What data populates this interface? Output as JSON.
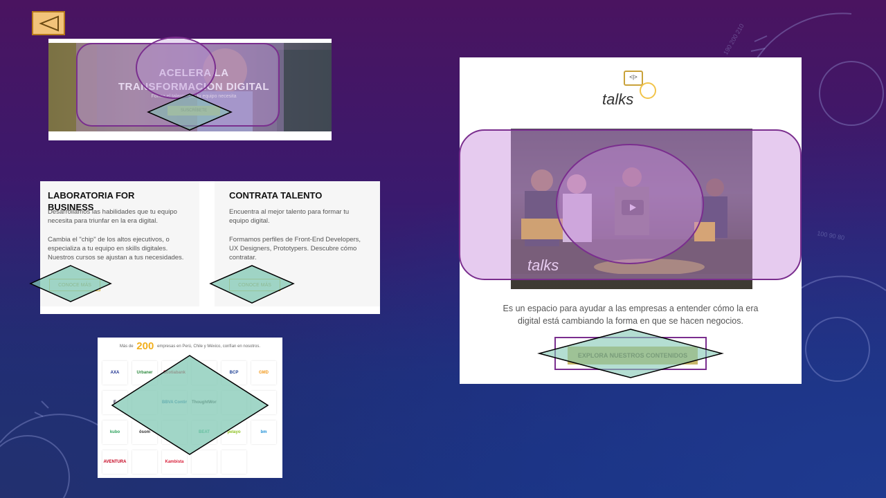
{
  "hero": {
    "title_line1": "ACELERA LA",
    "title_line2": "TRANSFORMACIÓN DIGITAL",
    "subtitle": "Forma el talento que tu equipo necesita",
    "button": "SUSCRÍBETE"
  },
  "services": {
    "left": {
      "title": "LABORATORIA FOR BUSINESS",
      "p1": "Desarrollamos las habilidades que tu equipo necesita para triunfar en la era digital.",
      "p2": "Cambia el \"chip\" de los altos ejecutivos, o especializa a tu equipo en skills digitales. Nuestros cursos se ajustan a tus necesidades.",
      "button": "CONOCE MÁS"
    },
    "right": {
      "title": "CONTRATA TALENTO",
      "p1": "Encuentra al mejor talento para formar tu equipo digital.",
      "p2": "Formamos perfiles de Front-End Developers, UX Designers, Prototypers. Descubre cómo contratar.",
      "button": "CONOCE MÁS"
    }
  },
  "clients": {
    "prefix": "Más de",
    "count": "200",
    "suffix": "empresas en Perú, Chile y México, confían en nosotros.",
    "logos": [
      {
        "label": "AXA",
        "color": "#1b2f8f"
      },
      {
        "label": "Urbaner",
        "color": "#2d8a3e"
      },
      {
        "label": "Scotiabank",
        "color": "#c4001d"
      },
      {
        "label": "",
        "color": "#4aa04a"
      },
      {
        "label": "BCP",
        "color": "#1c3f94"
      },
      {
        "label": "GMD",
        "color": "#f29a1e"
      },
      {
        "label": "E",
        "color": "#222244"
      },
      {
        "label": "",
        "color": "#c4001d"
      },
      {
        "label": "BBVA Continental",
        "color": "#1464a5"
      },
      {
        "label": "ThoughtWorks",
        "color": "#333333"
      },
      {
        "label": "",
        "color": "#888888"
      },
      {
        "label": "",
        "color": "#555555"
      },
      {
        "label": "kubo",
        "color": "#2aa05a"
      },
      {
        "label": "ösom",
        "color": "#333333"
      },
      {
        "label": "",
        "color": "#6dbb3a"
      },
      {
        "label": "BEAT",
        "color": "#1ea86a"
      },
      {
        "label": "pelayo",
        "color": "#8bbf1e"
      },
      {
        "label": "bm",
        "color": "#1c8fd6"
      },
      {
        "label": "AVENTURA",
        "color": "#c4001d"
      },
      {
        "label": "",
        "color": "#c46aa0"
      },
      {
        "label": "Kambista",
        "color": "#d8203a"
      },
      {
        "label": "",
        "color": "#d8203a"
      },
      {
        "label": "",
        "color": "#1c3f94"
      }
    ]
  },
  "talks": {
    "logo_text": "talks",
    "logo_code": "<|>",
    "video_label": "talks",
    "description": "Es un espacio para ayudar a las empresas a entender cómo la era digital está cambiando la forma en que se hacen negocios.",
    "button": "EXPLORA NUESTROS CONTENIDOS"
  }
}
